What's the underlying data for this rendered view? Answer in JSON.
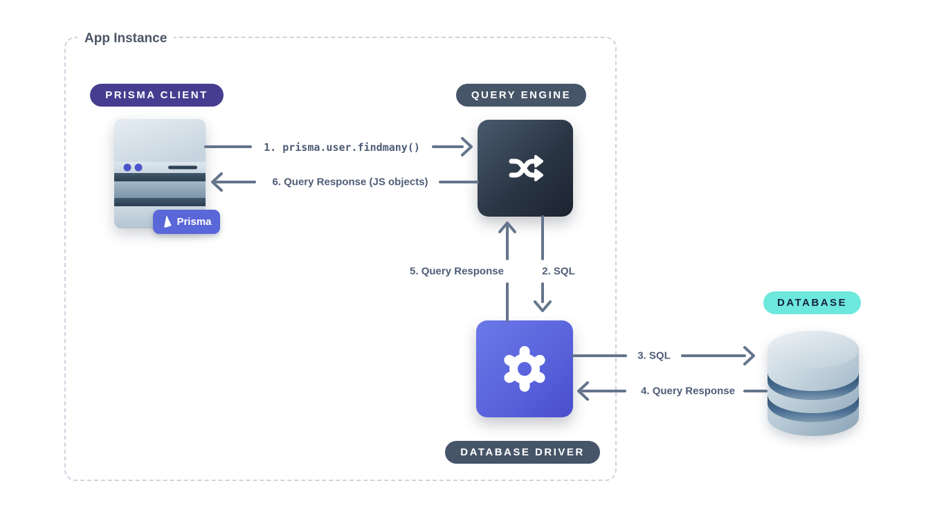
{
  "app_instance": {
    "title": "App Instance"
  },
  "nodes": {
    "prisma_client": {
      "badge": "PRISMA CLIENT",
      "logo_label": "Prisma"
    },
    "query_engine": {
      "badge": "QUERY ENGINE"
    },
    "database_driver": {
      "badge": "DATABASE DRIVER"
    },
    "database": {
      "badge": "DATABASE"
    }
  },
  "flows": {
    "step1": "1. prisma.user.findmany()",
    "step2": "2. SQL",
    "step3": "3. SQL",
    "step4": "4. Query Response",
    "step5": "5. Query Response",
    "step6": "6. Query Response (JS objects)"
  },
  "colors": {
    "arrow": "#64748B",
    "label_text": "#4E5C76",
    "title_text": "#4B5566",
    "dashed_border": "#CBD4DE",
    "prisma_purple": "#473D90",
    "slate_pill": "#475569",
    "database_teal": "#6DE8DC",
    "database_pill_text": "#15233D",
    "prisma_badge_indigo": "#5A67D8"
  }
}
